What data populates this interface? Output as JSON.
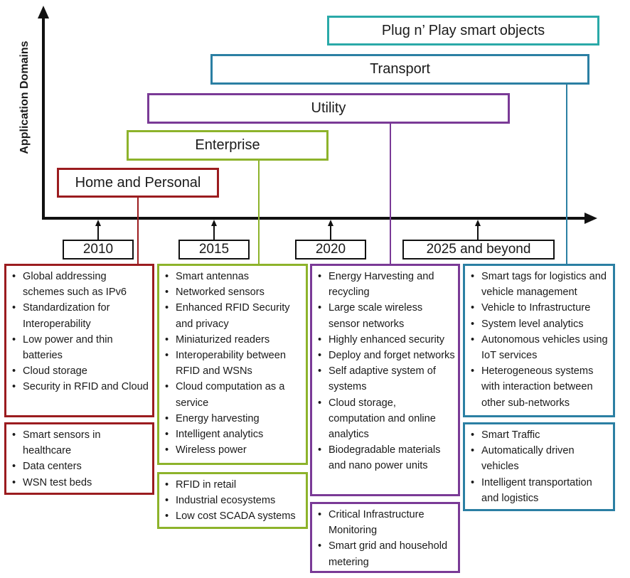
{
  "y_axis_label": "Application Domains",
  "domains": [
    {
      "id": "home",
      "label": "Home and Personal"
    },
    {
      "id": "enterprise",
      "label": "Enterprise"
    },
    {
      "id": "utility",
      "label": "Utility"
    },
    {
      "id": "transport",
      "label": "Transport"
    },
    {
      "id": "plug",
      "label": "Plug n’ Play smart objects"
    }
  ],
  "years": [
    "2010",
    "2015",
    "2020",
    "2025 and beyond"
  ],
  "colors": {
    "home": "#9b1c1f",
    "enterprise": "#8db32b",
    "utility": "#7a3a96",
    "transport": "#2b7fa3",
    "plug": "#2aa9a8",
    "axis": "#111111"
  },
  "columns": [
    {
      "technologies": [
        "Global addressing schemes such as IPv6",
        "Standardization for Interoperability",
        "Low power and thin batteries",
        "Cloud storage",
        "Security in RFID and Cloud"
      ],
      "applications": [
        "Smart sensors in healthcare",
        "Data centers",
        "WSN test beds"
      ]
    },
    {
      "technologies": [
        "Smart antennas",
        "Networked sensors",
        "Enhanced RFID Security and privacy",
        "Miniaturized readers",
        "Interoperability between RFID and WSNs",
        "Cloud computation as a service",
        "Energy harvesting",
        "Intelligent analytics",
        "Wireless power"
      ],
      "applications": [
        "RFID in retail",
        "Industrial ecosystems",
        "Low cost SCADA systems"
      ]
    },
    {
      "technologies": [
        "Energy Harvesting and recycling",
        "Large scale wireless sensor  networks",
        "Highly enhanced security",
        "Deploy and forget networks",
        "Self adaptive system of systems",
        "Cloud storage, computation and online analytics",
        "Biodegradable materials and nano power units"
      ],
      "applications": [
        "Critical Infrastructure Monitoring",
        "Smart grid and household metering"
      ]
    },
    {
      "technologies": [
        "Smart tags for logistics and vehicle management",
        "Vehicle to Infrastructure",
        "System level analytics",
        "Autonomous vehicles using IoT services",
        "Heterogeneous systems with interaction between other sub-networks"
      ],
      "applications": [
        "Smart Traffic",
        "Automatically driven vehicles",
        "Intelligent transportation and logistics"
      ]
    }
  ]
}
